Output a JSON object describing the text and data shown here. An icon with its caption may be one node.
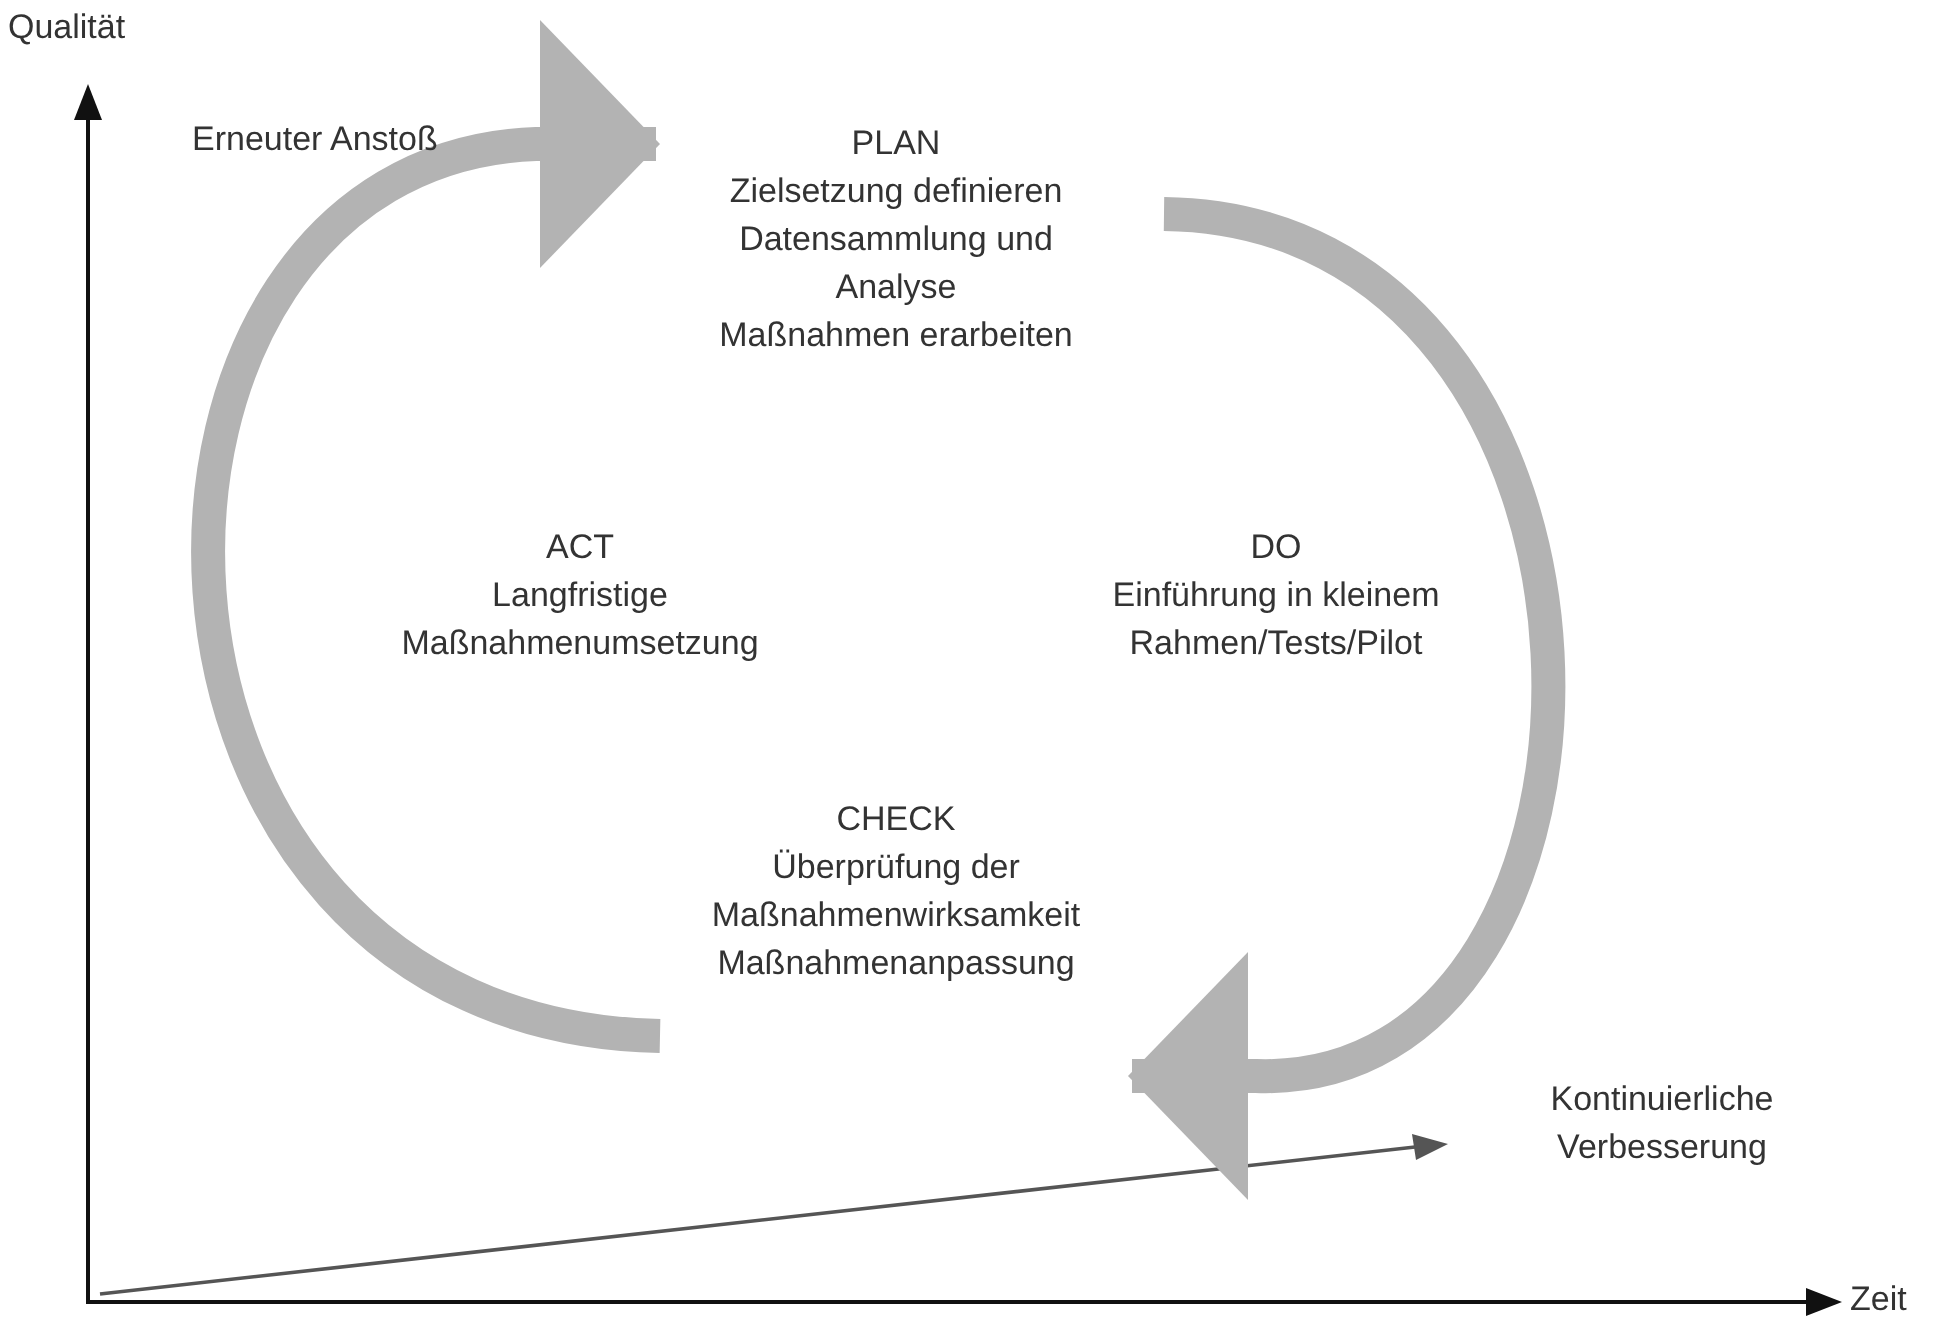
{
  "diagram": {
    "nodes": [
      {
        "text": [
          "PLAN",
          "Zielsetzung definieren",
          "Datensammlung und Analyse",
          "Maßnahmen erarbeiten"
        ]
      },
      {
        "text": [
          "CHECK",
          "Überprüfung der Maßnahmenwirksamkeit",
          "Maßnahmenanpassung"
        ]
      }
    ],
    "edges": [
      {
        "from": 0,
        "to": 1,
        "arrow": "to"
      },
      {
        "from": 1,
        "to": 0,
        "arrow": "to"
      }
    ],
    "labels": [
      "Qualität",
      "Erneuter Anstoß",
      "ACT",
      "Langfristige Maßnahmenumsetzung",
      "DO",
      "Einführung in kleinem Rahmen/Tests/Pilot",
      "Kontinuierliche Verbesserung",
      "Zeit"
    ]
  }
}
